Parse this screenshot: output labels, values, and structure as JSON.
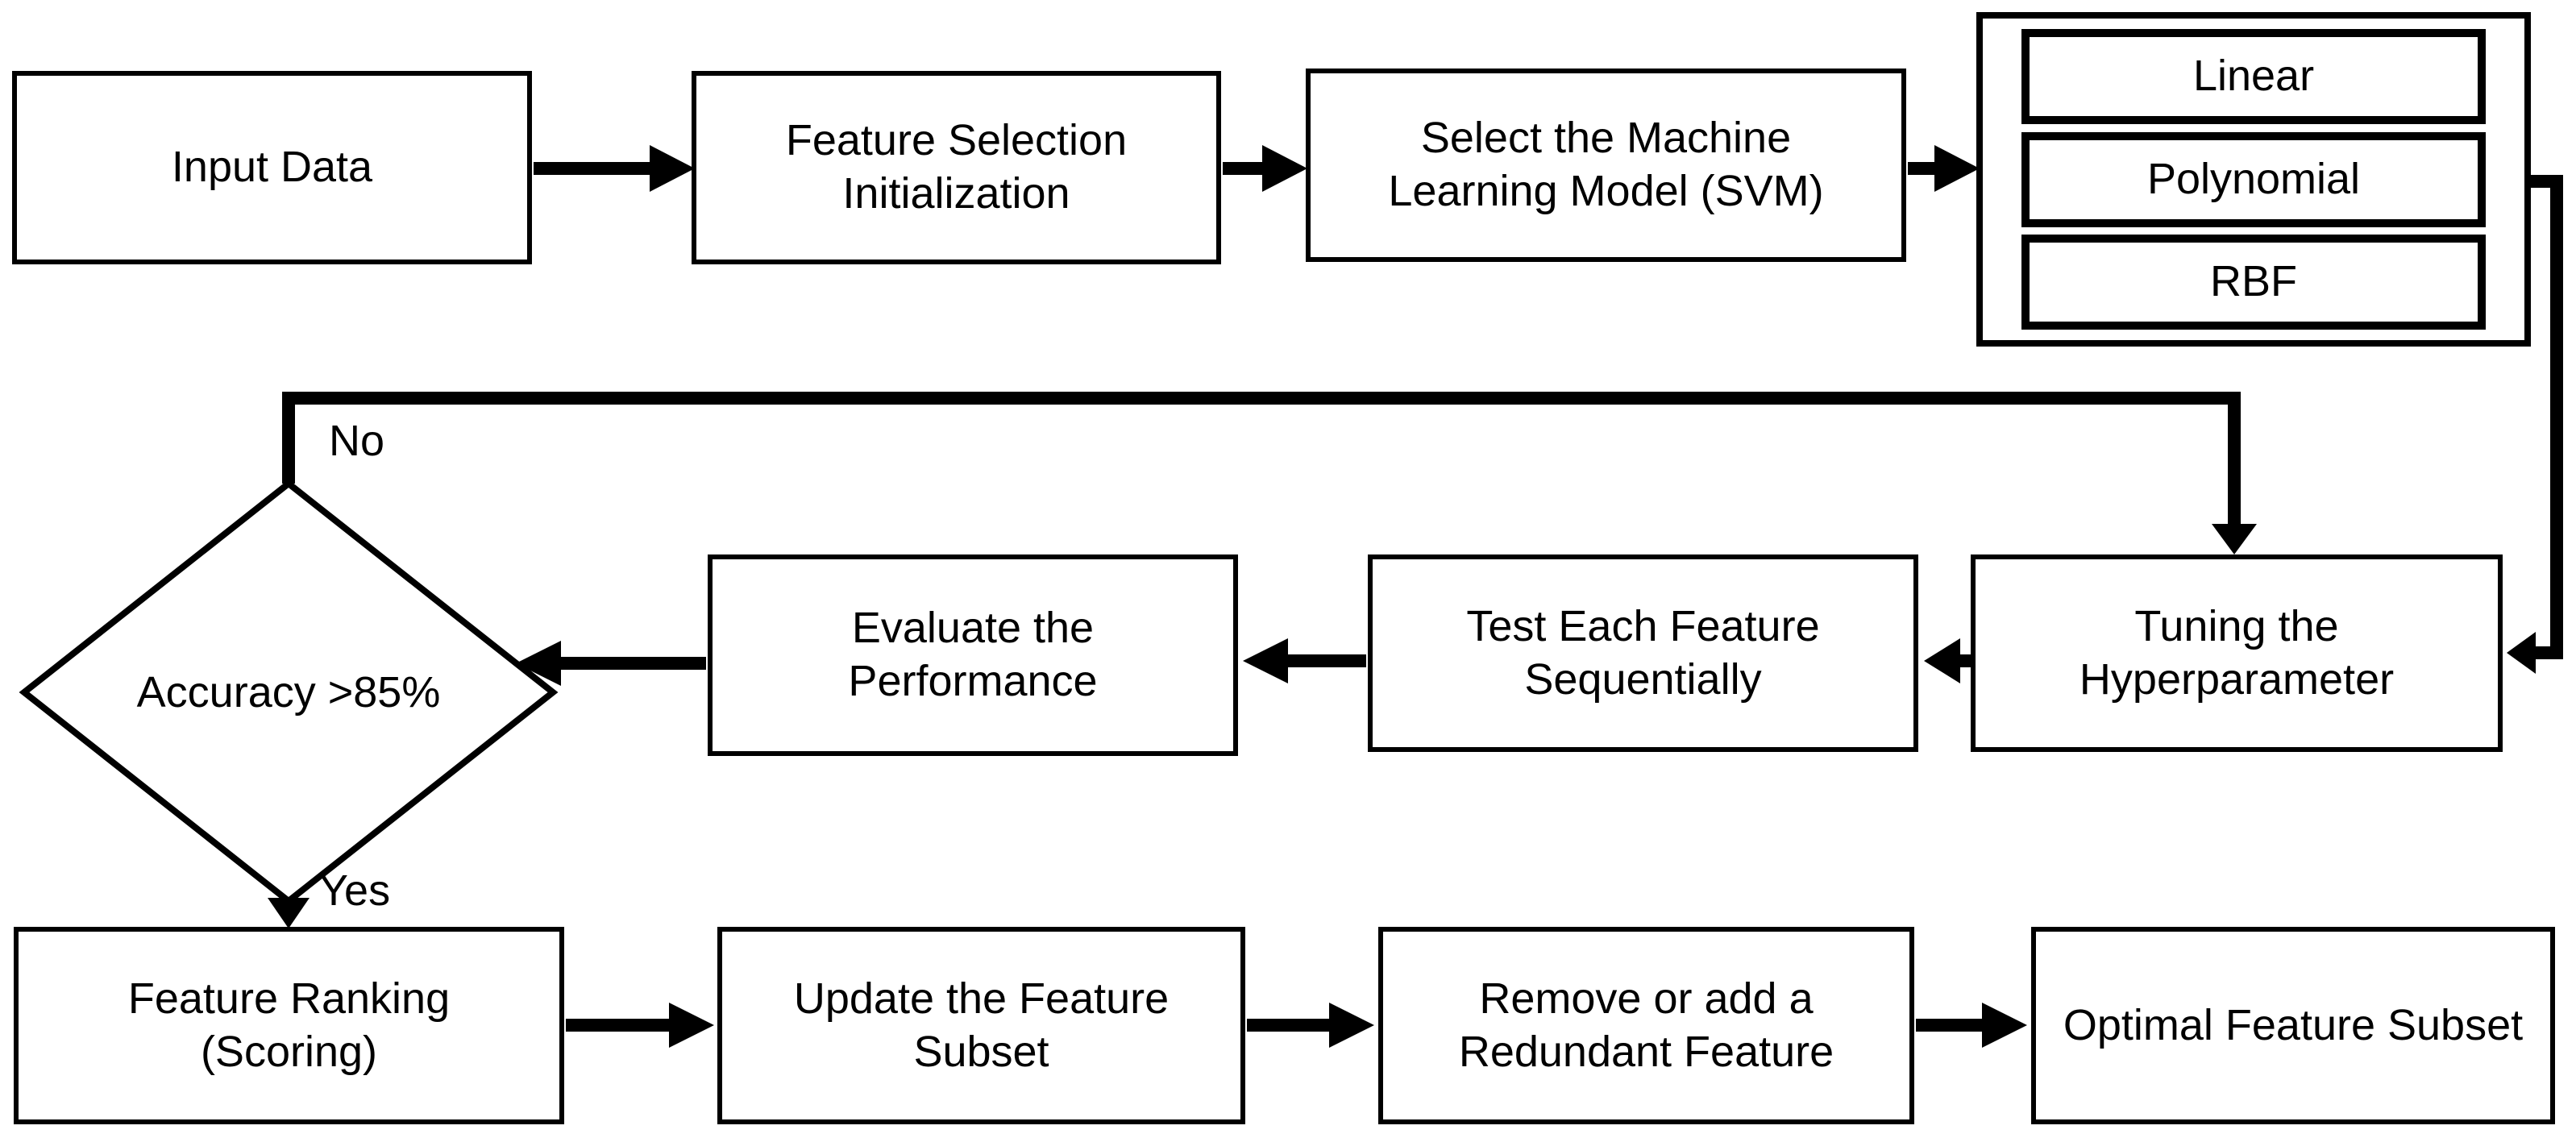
{
  "flowchart": {
    "nodes": {
      "input_data": {
        "label": "Input Data"
      },
      "feature_selection_init": {
        "label": "Feature Selection\nInitialization"
      },
      "select_model": {
        "label": "Select the Machine\nLearning Model (SVM)"
      },
      "kernel_linear": {
        "label": "Linear"
      },
      "kernel_polynomial": {
        "label": "Polynomial"
      },
      "kernel_rbf": {
        "label": "RBF"
      },
      "tuning_hyperparameter": {
        "label": "Tuning the\nHyperparameter"
      },
      "test_each_feature": {
        "label": "Test Each Feature\nSequentially"
      },
      "evaluate_performance": {
        "label": "Evaluate the\nPerformance"
      },
      "decision_accuracy": {
        "label": "Accuracy >85%"
      },
      "feature_ranking": {
        "label": "Feature Ranking\n(Scoring)"
      },
      "update_subset": {
        "label": "Update the Feature\nSubset"
      },
      "remove_add_redundant": {
        "label": "Remove or add a\nRedundant Feature"
      },
      "optimal_subset": {
        "label": "Optimal Feature Subset"
      }
    },
    "edge_labels": {
      "no": "No",
      "yes": "Yes"
    },
    "colors": {
      "line": "#000000",
      "box_fill": "#ffffff",
      "text": "#000000",
      "background": "#ffffff"
    }
  }
}
